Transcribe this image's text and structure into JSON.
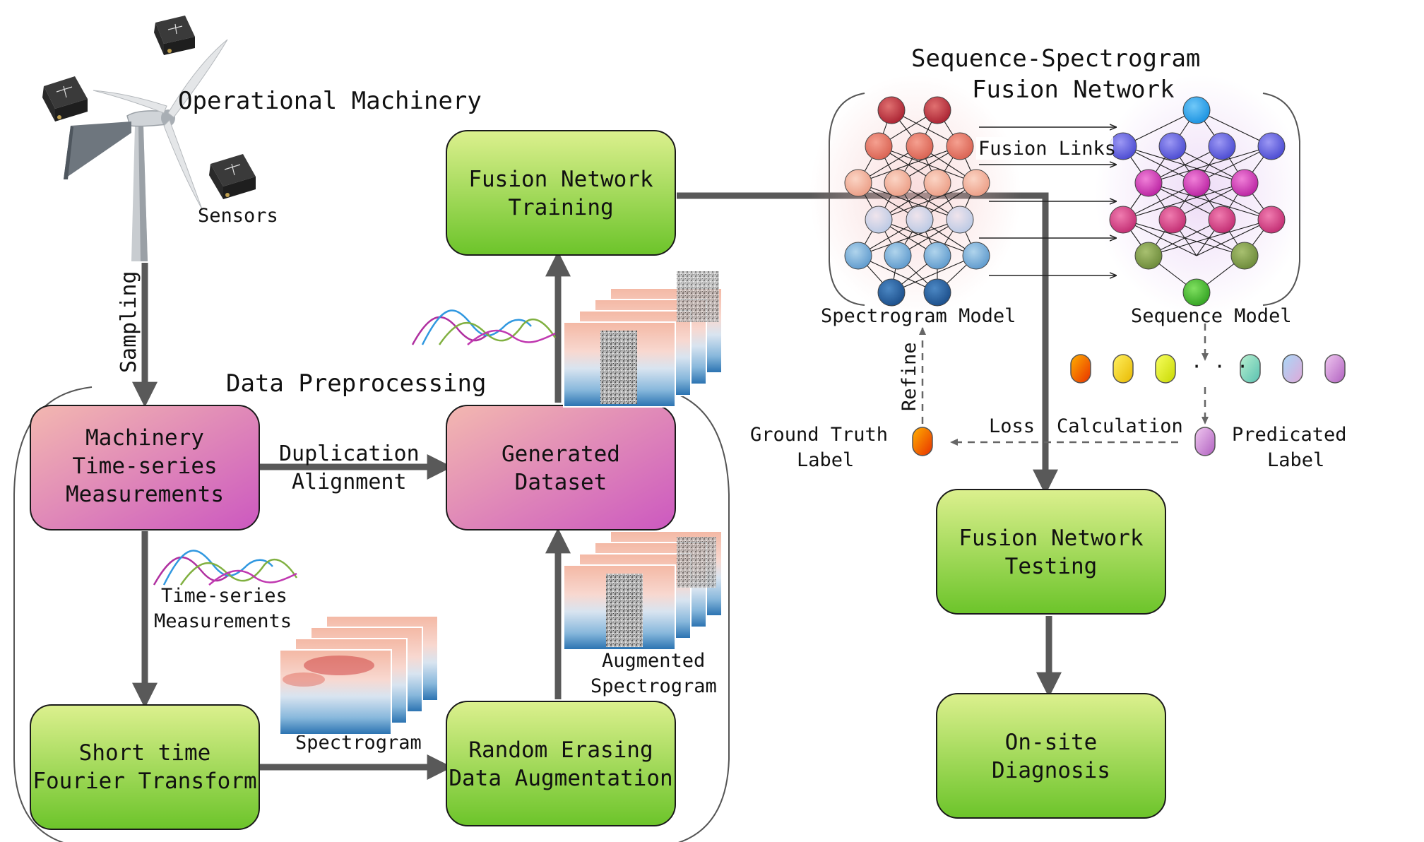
{
  "machinery": {
    "title": "Operational Machinery",
    "sensors_label": "Sensors",
    "sampling_label": "Sampling"
  },
  "preprocessing": {
    "title": "Data Preprocessing",
    "measurements_box": [
      "Machinery",
      "Time-series",
      "Measurements"
    ],
    "stft_box": [
      "Short time",
      "Fourier Transform"
    ],
    "erasing_box": [
      "Random Erasing",
      "Data Augmentation"
    ],
    "dataset_box": [
      "Generated",
      "Dataset"
    ],
    "duplication_label": [
      "Duplication",
      "Alignment"
    ],
    "timeseries_label": [
      "Time-series",
      "Measurements"
    ],
    "spectrogram_label": "Spectrogram",
    "augmented_label": [
      "Augmented",
      "Spectrogram"
    ]
  },
  "training": {
    "train_box": [
      "Fusion Network",
      "Training"
    ],
    "test_box": [
      "Fusion Network",
      "Testing"
    ],
    "diagnosis_box": [
      "On-site",
      "Diagnosis"
    ]
  },
  "network": {
    "title": [
      "Sequence-Spectrogram",
      "Fusion Network"
    ],
    "fusion_links_label": "Fusion Links",
    "spectrogram_model_label": "Spectrogram Model",
    "sequence_model_label": "Sequence Model",
    "refine_label": "Refine",
    "loss_label": "Loss",
    "calculation_label": "Calculation",
    "ground_truth_label": [
      "Ground Truth",
      "Label"
    ],
    "predicated_label": [
      "Predicated",
      "Label"
    ],
    "ellipsis": "· · ·"
  },
  "colors": {
    "green_box_top": "#d8ef8a",
    "green_box_bottom": "#6cc42a",
    "pink_box_top": "#f2b0b0",
    "pink_box_bottom": "#cc58c0",
    "arrow": "#595959"
  }
}
